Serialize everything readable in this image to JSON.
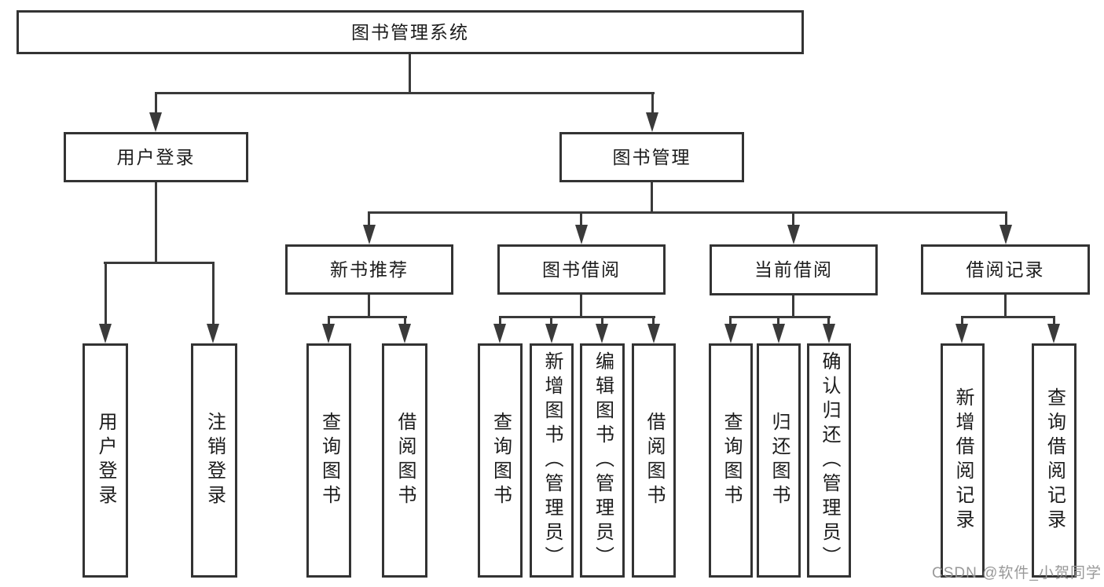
{
  "nodes": {
    "root": {
      "label": "图书管理系统"
    },
    "level2": [
      {
        "label": "用户登录"
      },
      {
        "label": "图书管理"
      }
    ],
    "level3": [
      {
        "label": "新书推荐"
      },
      {
        "label": "图书借阅"
      },
      {
        "label": "当前借阅"
      },
      {
        "label": "借阅记录"
      }
    ],
    "level2_leaves": [
      {
        "label": "用户登录"
      },
      {
        "label": "注销登录"
      }
    ],
    "level3_leaves": {
      "new_book": [
        {
          "label": "查询图书"
        },
        {
          "label": "借阅图书"
        }
      ],
      "borrow": [
        {
          "label": "查询图书"
        },
        {
          "label": "新增图书（管理员）"
        },
        {
          "label": "编辑图书（管理员）"
        },
        {
          "label": "借阅图书"
        }
      ],
      "current": [
        {
          "label": "查询图书"
        },
        {
          "label": "归还图书"
        },
        {
          "label": "确认归还（管理员）"
        }
      ],
      "records": [
        {
          "label": "新增借阅记录"
        },
        {
          "label": "查询借阅记录"
        }
      ]
    }
  },
  "watermark": {
    "text": "CSDN @软件_小贺同学"
  },
  "colors": {
    "line": "#3a3a3a",
    "box_border": "#333333",
    "text": "#1c1c1c",
    "background": "#ffffff",
    "watermark": "#949494"
  }
}
